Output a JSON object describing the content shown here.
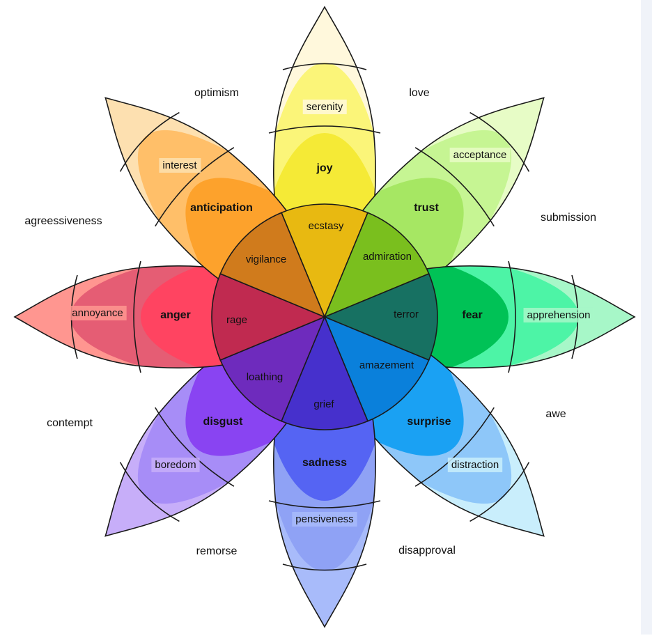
{
  "colors": {
    "joy": [
      "#fff8dc",
      "#fbf579",
      "#f5ea36",
      "#e8b911"
    ],
    "trust": [
      "#e7fcc6",
      "#c6f593",
      "#a6e763",
      "#7abf1e"
    ],
    "fear": [
      "#a7f7c8",
      "#4df4a6",
      "#00c256",
      "#177162"
    ],
    "surprise": [
      "#c9eefc",
      "#8ec7f9",
      "#1aa1f3",
      "#0a80db"
    ],
    "sadness": [
      "#a8bbfa",
      "#8fa2f5",
      "#5564f3",
      "#4630cc"
    ],
    "disgust": [
      "#c7aef9",
      "#a78df7",
      "#8944f2",
      "#6e2bbd"
    ],
    "anger": [
      "#ff9690",
      "#e55d74",
      "#ff4461",
      "#c02a50"
    ],
    "anticipation": [
      "#fde0b0",
      "#ffbf69",
      "#fda22c",
      "#d07b1c"
    ]
  },
  "petals": [
    {
      "id": "joy",
      "primary": "joy",
      "mild": "serenity",
      "intense": "ecstasy"
    },
    {
      "id": "trust",
      "primary": "trust",
      "mild": "acceptance",
      "intense": "admiration"
    },
    {
      "id": "fear",
      "primary": "fear",
      "mild": "apprehension",
      "intense": "terror"
    },
    {
      "id": "surprise",
      "primary": "surprise",
      "mild": "distraction",
      "intense": "amazement"
    },
    {
      "id": "sadness",
      "primary": "sadness",
      "mild": "pensiveness",
      "intense": "grief"
    },
    {
      "id": "disgust",
      "primary": "disgust",
      "mild": "boredom",
      "intense": "loathing"
    },
    {
      "id": "anger",
      "primary": "anger",
      "mild": "annoyance",
      "intense": "rage"
    },
    {
      "id": "anticipation",
      "primary": "anticipation",
      "mild": "interest",
      "intense": "vigilance"
    }
  ],
  "dyads": {
    "optimism": "optimism",
    "love": "love",
    "submission": "submission",
    "awe": "awe",
    "disapproval": "disapproval",
    "remorse": "remorse",
    "contempt": "contempt",
    "aggressiveness": "agreessiveness"
  }
}
